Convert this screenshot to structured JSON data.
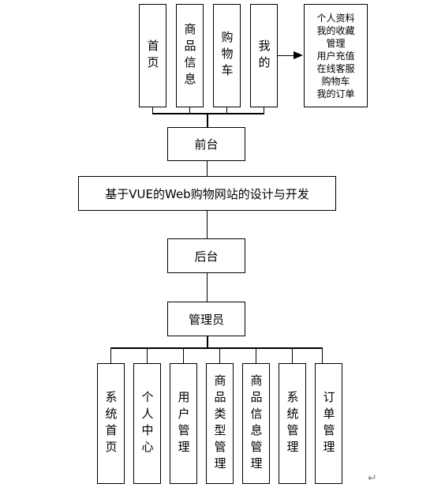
{
  "top_menu": [
    {
      "label": "首页"
    },
    {
      "label": "商品信息"
    },
    {
      "label": "购物车"
    },
    {
      "label": "我的"
    }
  ],
  "my_submenu": [
    "个人资料",
    "我的收藏",
    "管理",
    "用户充值",
    "在线客服",
    "购物车",
    "我的订单"
  ],
  "frontend": "前台",
  "title": "基于VUE的Web购物网站的设计与开发",
  "backend": "后台",
  "admin": "管理员",
  "admin_menu": [
    {
      "label": "系统首页"
    },
    {
      "label": "个人中心"
    },
    {
      "label": "用户管理"
    },
    {
      "label": "商品类型管理"
    },
    {
      "label": "商品信息管理"
    },
    {
      "label": "系统管理"
    },
    {
      "label": "订单管理"
    }
  ],
  "return_mark": "↵"
}
